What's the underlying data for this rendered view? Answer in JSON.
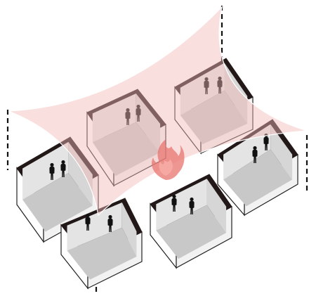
{
  "diagram": {
    "canopy_color": "#f4b8b8",
    "canopy_opacity": 0.45,
    "fire_color": "#e8746e",
    "outline_color": "#221818",
    "floor_color": "#c8c8c8",
    "wall_color": "#ffffff",
    "box_count": 6,
    "people_per_box": 2,
    "mast_count": 4,
    "icons": [
      "canopy-shape",
      "fire-icon",
      "person-icon",
      "support-mast"
    ]
  }
}
